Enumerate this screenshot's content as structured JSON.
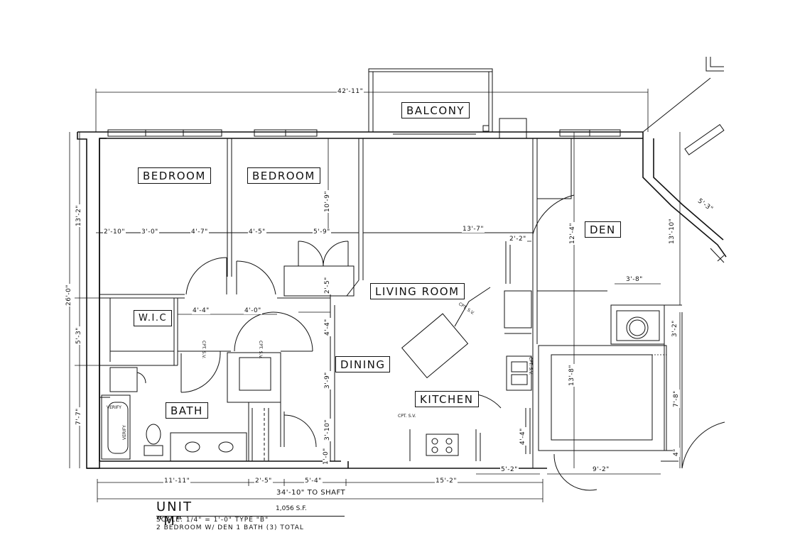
{
  "rooms": {
    "balcony": "BALCONY",
    "bedroom_1": "BEDROOM",
    "bedroom_2": "BEDROOM",
    "wic": "W.I.C",
    "living_room": "LIVING ROOM",
    "den": "DEN",
    "dining": "DINING",
    "kitchen": "KITCHEN",
    "bath": "BATH"
  },
  "dimensions": {
    "overall_width": "42'-11\"",
    "overall_depth": "26'-0\"",
    "left_top": "13'-2\"",
    "left_mid": "5'-3\"",
    "left_bottom": "7'-7\"",
    "bed_w1": "2'-10\"",
    "bed_w2": "3'-0\"",
    "bed_w3": "4'-7\"",
    "bed_w4": "4'-5\"",
    "bed_w5": "5'-9\"",
    "bed_depth": "10'-9\"",
    "living_width": "13'-7\"",
    "closet_depth": "2'-5\"",
    "wic_w1": "4'-4\"",
    "wic_w2": "4'-0\"",
    "hall_1": "4'-4\"",
    "hall_2": "3'-9\"",
    "hall_3": "3'-10\"",
    "hall_4": "1'-0\"",
    "kitchen_nook": "2'-2\"",
    "den_height": "12'-4\"",
    "den_right": "13'-10\"",
    "den_diag": "5'-3\"",
    "shaft_w": "3'-8\"",
    "shaft_h": "3'-2\"",
    "elev_h": "13'-8\"",
    "right_lower": "7'-8\"",
    "right_bottom": "4\"",
    "kitchen_h": "4'-4\"",
    "bottom_1": "11'-11\"",
    "bottom_2": "2'-5\"",
    "bottom_3": "5'-4\"",
    "bottom_4": "15'-2\"",
    "bottom_5": "5'-2\"",
    "bottom_6": "9'-2\"",
    "total_to_shaft": "34'-10\"  TO SHAFT"
  },
  "notes": {
    "verify_1": "VERIFY",
    "verify_2": "VERIFY",
    "cpt_sv_1": "CPT. S.V.",
    "cpt_sv_2": "CPT. S.V.",
    "cpt_sv_3": "CPT. S.V.",
    "cpt_sv_4": "CPT. S.V.",
    "cpt_sv_5": "CPT. S.V."
  },
  "title_block": {
    "unit": "UNIT \"M\"",
    "area": "1,056 S.F.",
    "scale_line": "SCALE: 1/4\" = 1'-0\"   TYPE \"B\"",
    "description": "2 BEDROOM W/ DEN  1 BATH (3) TOTAL"
  }
}
